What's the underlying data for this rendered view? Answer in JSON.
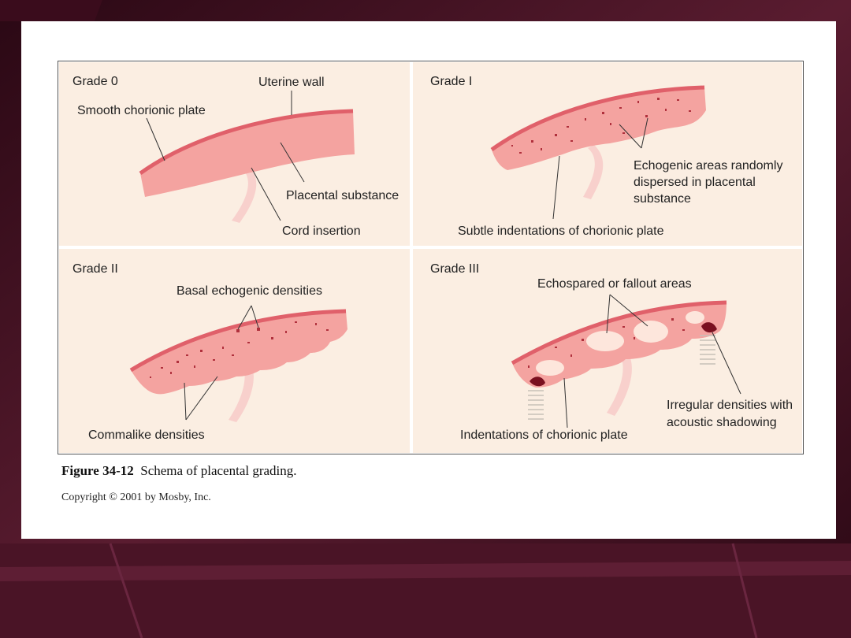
{
  "figure": {
    "panels": [
      {
        "grade": "Grade 0",
        "labels": {
          "uterine_wall": "Uterine wall",
          "smooth_chorionic_plate": "Smooth chorionic plate",
          "placental_substance": "Placental substance",
          "cord_insertion": "Cord insertion"
        }
      },
      {
        "grade": "Grade I",
        "labels": {
          "echogenic_line1": "Echogenic areas randomly",
          "echogenic_line2": "dispersed in placental",
          "echogenic_line3": "substance",
          "subtle_indentations": "Subtle indentations of chorionic plate"
        }
      },
      {
        "grade": "Grade II",
        "labels": {
          "basal_densities": "Basal echogenic densities",
          "commalike_densities": "Commalike densities"
        }
      },
      {
        "grade": "Grade III",
        "labels": {
          "echospared": "Echospared or fallout areas",
          "irregular_line1": "Irregular densities with",
          "irregular_line2": "acoustic shadowing",
          "indentations": "Indentations of chorionic plate"
        }
      }
    ],
    "caption_number": "Figure 34-12",
    "caption_text": "Schema of placental grading.",
    "copyright": "Copyright © 2001 by Mosby, Inc."
  },
  "colors": {
    "panel_bg": "#fbeee2",
    "placenta_fill": "#f4a3a0",
    "chorionic_plate": "#e0606a",
    "density": "#b0303c",
    "cord": "#f8d0cc",
    "fallout": "#fde6dc",
    "shadow_density": "#7a1020"
  }
}
